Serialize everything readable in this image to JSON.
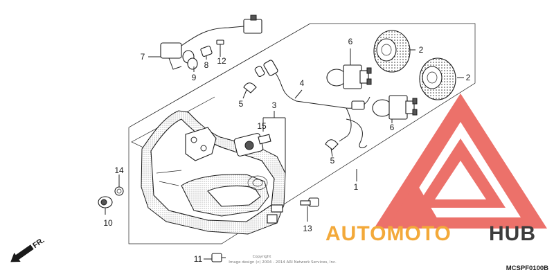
{
  "diagram": {
    "callouts": {
      "p1": "1",
      "p2a": "2",
      "p2b": "2",
      "p3": "3",
      "p4": "4",
      "p5a": "5",
      "p5b": "5",
      "p6a": "6",
      "p6b": "6",
      "p7": "7",
      "p8": "8",
      "p9": "9",
      "p10": "10",
      "p11": "11",
      "p12": "12",
      "p13": "13",
      "p14": "14",
      "p15": "15"
    },
    "front_marker": "FR.",
    "diagram_code": "MCSPF0100B",
    "copyright_line1": "Copyright",
    "copyright_line2": "Image design (c) 2004 - 2014 ARI Network Services, Inc."
  },
  "watermark": {
    "brand_part1": "AUTOMOTO",
    "brand_part2": "HUB",
    "colors": {
      "logo_red": "#e8524a",
      "logo_orange": "#f3a93a",
      "logo_dark": "#3c3c3c"
    }
  }
}
